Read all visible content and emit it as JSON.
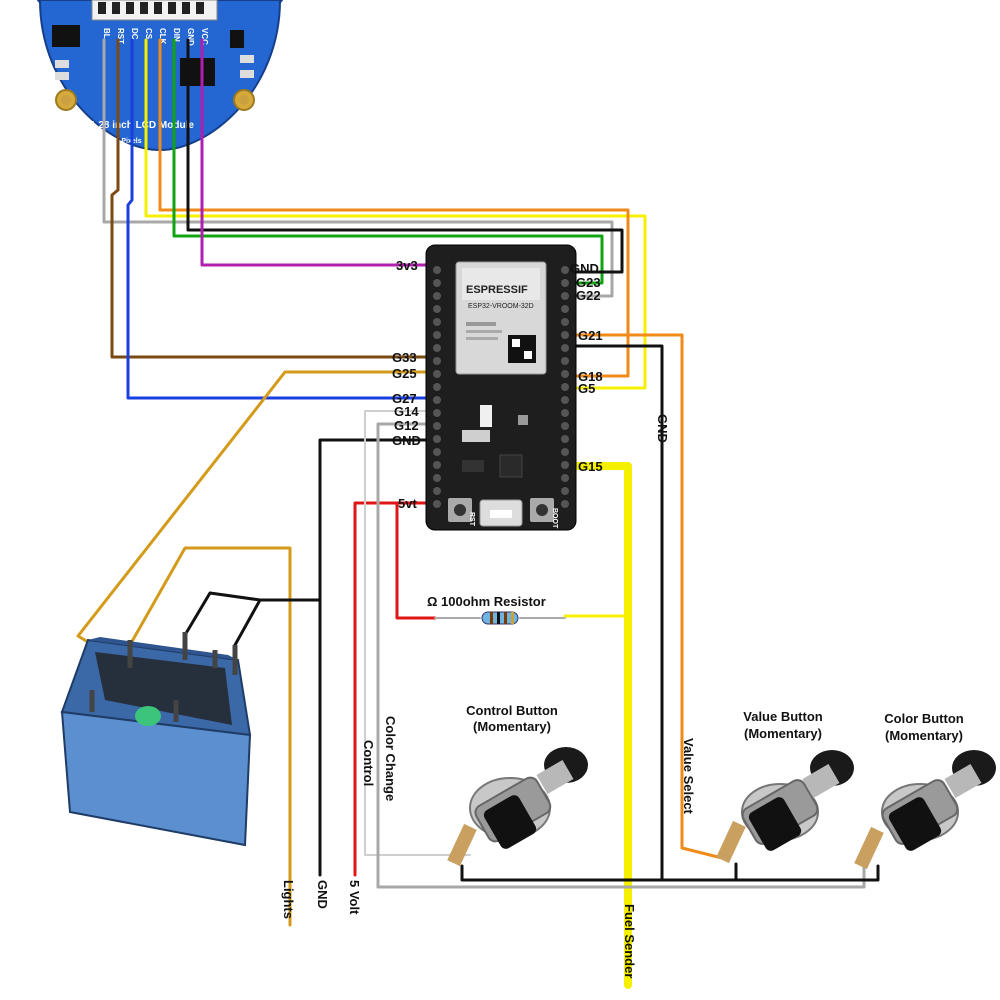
{
  "lcd_module": {
    "title": "1.28 inch LCD Module",
    "subtitle": "240×240 Pixels",
    "pins": [
      "BL",
      "RST",
      "DC",
      "CS",
      "CLK",
      "DIN",
      "GND",
      "VCC"
    ]
  },
  "esp32": {
    "brand": "ESPRESSIF",
    "model": "ESP32-VROOM-32D",
    "btn_rst": "RST",
    "btn_boot": "BOOT"
  },
  "pin_labels": {
    "v3v3": "3v3",
    "g33": "G33",
    "g25": "G25",
    "g27": "G27",
    "g14": "G14",
    "g12": "G12",
    "gnd_left": "GND",
    "v5vt": "5vt",
    "gnd_right": "GND",
    "g23": "G23",
    "g22": "G22",
    "g21": "G21",
    "g18": "G18",
    "g5": "G5",
    "g15": "G15"
  },
  "labels": {
    "resistor": "Ω 100ohm Resistor",
    "gnd_vertical": "GND",
    "control_button_line1": "Control Button",
    "control_button_line2": "(Momentary)",
    "value_button_line1": "Value Button",
    "value_button_line2": "(Momentary)",
    "color_button_line1": "Color Button",
    "color_button_line2": "(Momentary)",
    "color_change": "Color Change",
    "control": "Control",
    "value_select": "Value Select",
    "lights": "Lights",
    "gnd_bottom": "GND",
    "five_volt": "5 Volt",
    "fuel_sender": "Fuel Sender"
  },
  "colors": {
    "brown": "#7a4a12",
    "gold": "#d49a1a",
    "orange": "#f08a18",
    "yellow": "#f5f000",
    "green": "#11a411",
    "purple": "#b01fb0",
    "blue": "#1a3fe0",
    "gray": "#a8a8a8",
    "black": "#111111",
    "red": "#e01515",
    "lcd_board": "#1f5fc8",
    "esp_board": "#1e1e1e",
    "relay_body": "#4a7fc1"
  }
}
